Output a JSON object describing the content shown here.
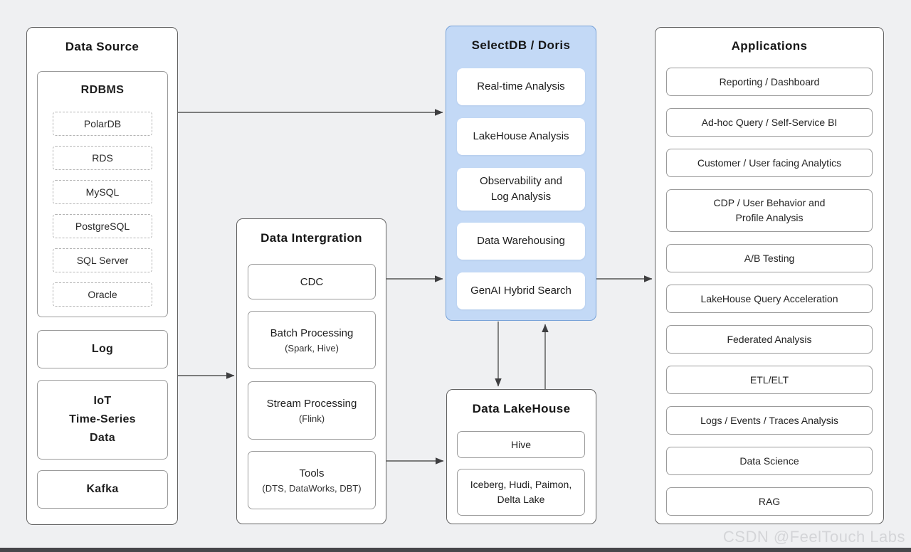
{
  "colors": {
    "background": "#eff0f2",
    "selectdb_bg": "#c3d9f6",
    "selectdb_border": "#77a2d8",
    "arrow": "#4d4d4d",
    "panel_border": "#636363",
    "item_border": "#9b9b9b"
  },
  "data_source": {
    "title": "Data Source",
    "rdbms": {
      "title": "RDBMS",
      "items": [
        "PolarDB",
        "RDS",
        "MySQL",
        "PostgreSQL",
        "SQL Server",
        "Oracle"
      ]
    },
    "log": "Log",
    "iot": "IoT\nTime-Series\nData",
    "kafka": "Kafka"
  },
  "data_integration": {
    "title": "Data Intergration",
    "items": [
      {
        "title": "CDC",
        "subtitle": ""
      },
      {
        "title": "Batch Processing",
        "subtitle": "(Spark, Hive)"
      },
      {
        "title": "Stream Processing",
        "subtitle": "(Flink)"
      },
      {
        "title": "Tools",
        "subtitle": "(DTS, DataWorks, DBT)"
      }
    ]
  },
  "selectdb": {
    "title": "SelectDB / Doris",
    "items": [
      "Real-time Analysis",
      "LakeHouse Analysis",
      "Observability and\nLog Analysis",
      "Data Warehousing",
      "GenAI Hybrid Search"
    ]
  },
  "lakehouse": {
    "title": "Data LakeHouse",
    "items": [
      "Hive",
      "Iceberg, Hudi, Paimon,\nDelta Lake"
    ]
  },
  "applications": {
    "title": "Applications",
    "items": [
      "Reporting / Dashboard",
      "Ad-hoc Query / Self-Service BI",
      "Customer / User facing Analytics",
      "CDP / User Behavior and\nProfile Analysis",
      "A/B Testing",
      "LakeHouse Query Acceleration",
      "Federated Analysis",
      "ETL/ELT",
      "Logs / Events / Traces Analysis",
      "Data Science",
      "RAG"
    ]
  },
  "connections": [
    {
      "from": "data-source",
      "to": "selectdb"
    },
    {
      "from": "data-source",
      "to": "data-integration"
    },
    {
      "from": "data-integration",
      "to": "selectdb"
    },
    {
      "from": "data-integration",
      "to": "data-lakehouse"
    },
    {
      "from": "selectdb",
      "to": "data-lakehouse"
    },
    {
      "from": "data-lakehouse",
      "to": "selectdb"
    },
    {
      "from": "selectdb",
      "to": "applications"
    }
  ],
  "watermark": "CSDN @FeelTouch Labs"
}
